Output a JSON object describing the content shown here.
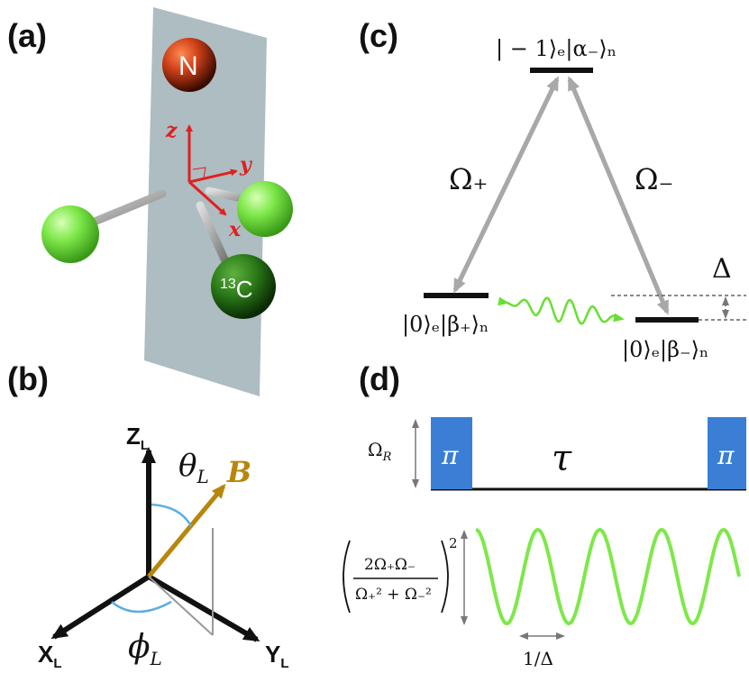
{
  "panels": {
    "a": "(a)",
    "b": "(b)",
    "c": "(c)",
    "d": "(d)"
  },
  "molecule": {
    "nitrogen_label": "N",
    "carbon13_label": "13C",
    "axis_z": "z",
    "axis_y": "y",
    "axis_x": "x",
    "colors": {
      "nitrogen": "#c03010",
      "carbon13": "#1f6a10",
      "hydrogen": "#7ee84a",
      "plane": "#9fb2b6",
      "axes": "#e02020"
    }
  },
  "lab_frame": {
    "z_label": "Z",
    "x_label": "X",
    "y_label": "Y",
    "subscript": "L",
    "theta": "θ",
    "phi": "ϕ",
    "angle_sub": "L",
    "field_label": "B",
    "colors": {
      "field": "#b8860b",
      "arc": "#5aaee0"
    }
  },
  "levels": {
    "top_state": "| − 1⟩ₑ|α₋⟩ₙ",
    "left_state": "|0⟩ₑ|β₊⟩ₙ",
    "right_state": "|0⟩ₑ|β₋⟩ₙ",
    "omega_plus": "Ω₊",
    "omega_minus": "Ω₋",
    "delta": "Δ",
    "colors": {
      "arrow": "#a8a8a8",
      "wave": "#66e030"
    }
  },
  "pulse": {
    "omega_r": "Ω",
    "omega_r_sub": "R",
    "pi_left": "π",
    "pi_right": "π",
    "tau": "τ",
    "amp_numerator": "2Ω₊Ω₋",
    "amp_denominator": "Ω₊² + Ω₋²",
    "amp_power": "2",
    "period": "1/Δ",
    "colors": {
      "pulse": "#3a7fd5",
      "signal": "#7ee84a"
    }
  }
}
